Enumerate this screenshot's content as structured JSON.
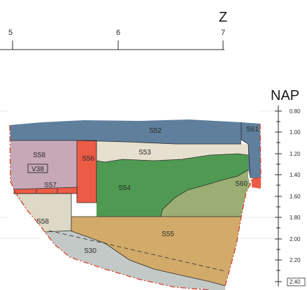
{
  "direction_label": "Z",
  "horizontal_axis": {
    "ticks": [
      "5",
      "6",
      "7"
    ]
  },
  "elevation_axis": {
    "title": "NAP",
    "ticks": [
      "0.80",
      "1.00",
      "1.20",
      "1.40",
      "1.60",
      "1.80",
      "2.00",
      "2.20",
      "2.40"
    ]
  },
  "layers": [
    {
      "id": "S52",
      "label": "S52",
      "color": "#5f7f9c"
    },
    {
      "id": "S61",
      "label": "S61",
      "color": "#5f7f9c"
    },
    {
      "id": "S58a",
      "label": "S58",
      "color": "#c6a8b6"
    },
    {
      "id": "V38",
      "label": "V38",
      "color": "#c6a8b6"
    },
    {
      "id": "S56",
      "label": "S56",
      "color": "#ec5b45"
    },
    {
      "id": "S53",
      "label": "S53",
      "color": "#e6e0cf"
    },
    {
      "id": "S54",
      "label": "S54",
      "color": "#4f9a52"
    },
    {
      "id": "S57",
      "label": "S57",
      "color": "#ec5b45"
    },
    {
      "id": "S60",
      "label": "S60",
      "color": "#9bae73"
    },
    {
      "id": "S58b",
      "label": "S58",
      "color": "#ddd9c6"
    },
    {
      "id": "S55",
      "label": "S55",
      "color": "#d2aa69"
    },
    {
      "id": "S30",
      "label": "S30",
      "color": "#c3c9c6"
    }
  ],
  "colors": {
    "boundary": "#d8412f",
    "outline": "#2b2b2b",
    "grid": "#b9b9b9"
  }
}
